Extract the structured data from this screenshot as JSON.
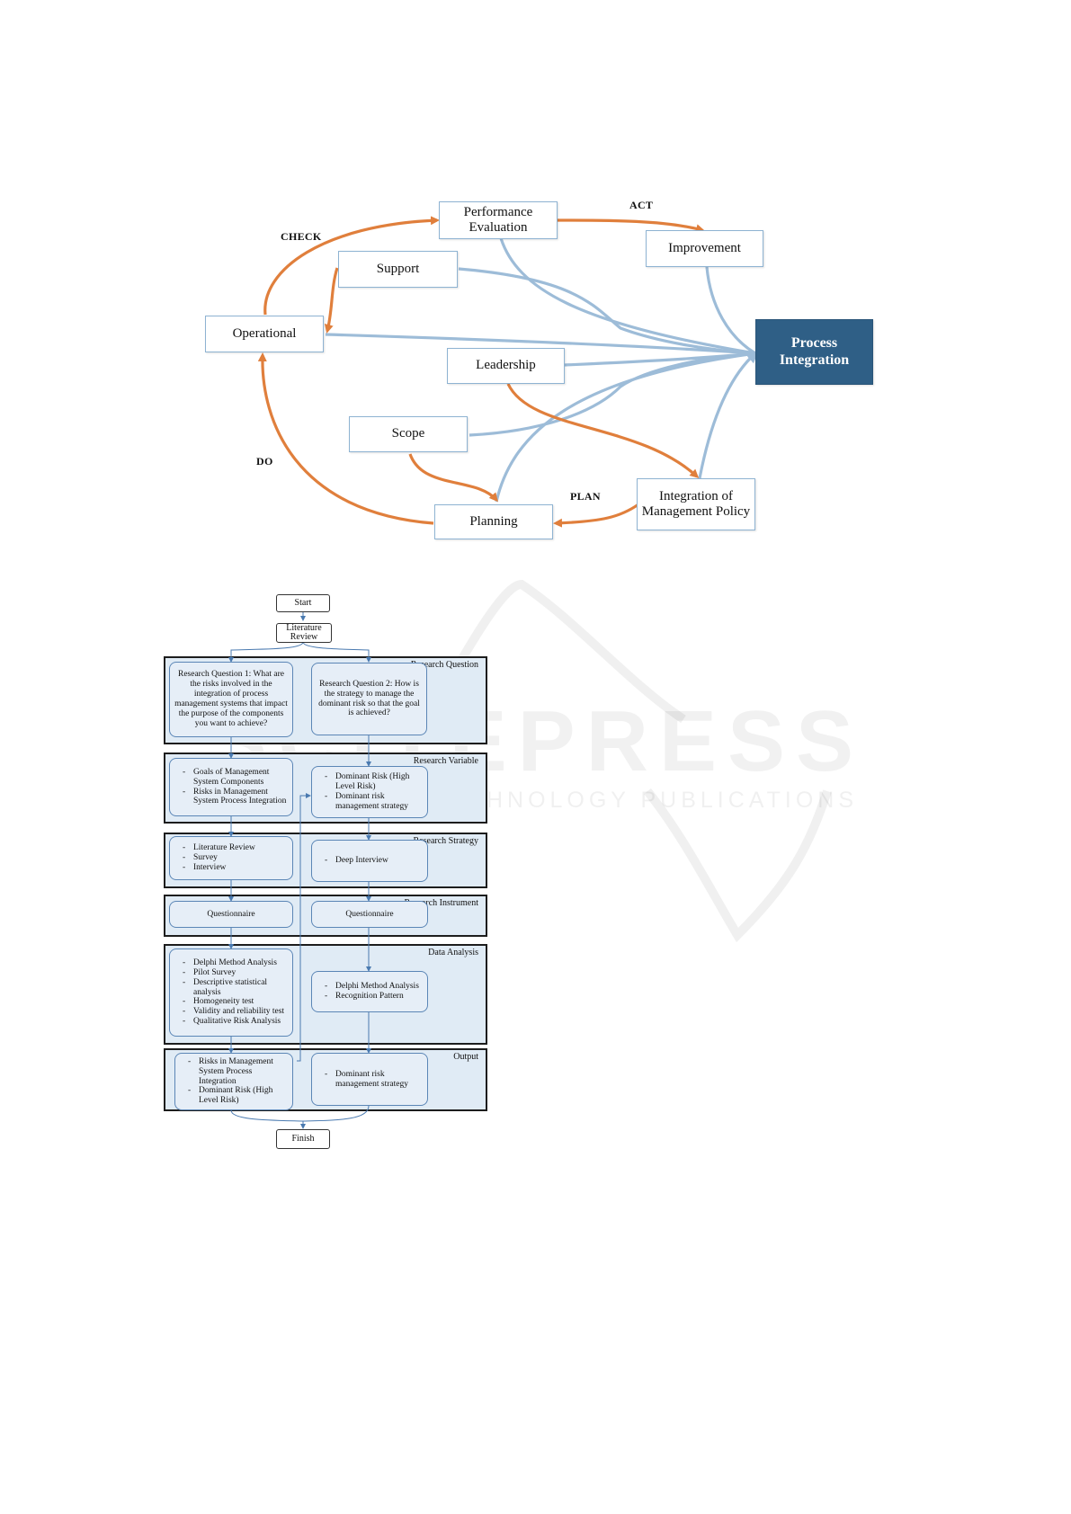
{
  "pdca": {
    "nodes": {
      "performance": "Performance Evaluation",
      "improvement": "Improvement",
      "support": "Support",
      "operational": "Operational",
      "leadership": "Leadership",
      "scope": "Scope",
      "planning": "Planning",
      "integration_policy": "Integration of Management Policy",
      "process_integration": "Process Integration"
    },
    "phases": {
      "act": "ACT",
      "check": "CHECK",
      "do": "DO",
      "plan": "PLAN"
    },
    "colors": {
      "cycle_arrow": "#e07f3c",
      "flow_arrow": "#9dbcd8",
      "target_fill": "#2f5f86"
    }
  },
  "watermark": {
    "title": "SCITEPRESS",
    "subtitle": "SCIENCE AND TECHNOLOGY PUBLICATIONS"
  },
  "flowchart": {
    "start": "Start",
    "literature_review": "Literature Review",
    "finish": "Finish",
    "bands": {
      "research_question": "Research Question",
      "research_variable": "Research Variable",
      "research_strategy": "Research Strategy",
      "research_instrument": "Research Instrument",
      "data_analysis": "Data Analysis",
      "output": "Output"
    },
    "rq1": "Research Question 1: What are the risks involved in the integration of process management systems that impact the purpose of the components you want to achieve?",
    "rq2": "Research Question 2: How is the strategy to manage the dominant risk so that the goal is achieved?",
    "variable_left": [
      "Goals of Management System Components",
      "Risks in Management System Process Integration"
    ],
    "variable_right": [
      "Dominant Risk (High Level Risk)",
      "Dominant risk management strategy"
    ],
    "strategy_left": [
      "Literature Review",
      "Survey",
      "Interview"
    ],
    "strategy_right": [
      "Deep Interview"
    ],
    "instrument_left": "Questionnaire",
    "instrument_right": "Questionnaire",
    "analysis_left": [
      "Delphi Method Analysis",
      "Pilot Survey",
      "Descriptive statistical analysis",
      "Homogeneity test",
      "Validity and reliability test",
      "Qualitative Risk Analysis"
    ],
    "analysis_right": [
      "Delphi Method Analysis",
      "Recognition Pattern"
    ],
    "output_left": [
      "Risks in Management System Process Integration",
      "Dominant Risk (High Level Risk)"
    ],
    "output_right": [
      "Dominant risk management strategy"
    ]
  }
}
